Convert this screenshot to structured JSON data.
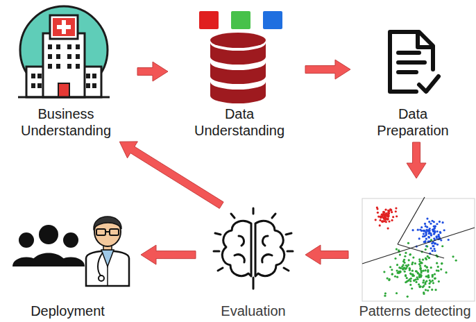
{
  "diagram": {
    "nodes": [
      {
        "text": [
          "Business Understanding"
        ]
      },
      {
        "text": [
          "Data Understanding"
        ]
      },
      {
        "text": [
          "Data Preparation"
        ]
      },
      {
        "text": [
          "Patterns detecting"
        ]
      },
      {
        "text": [
          "Evaluation"
        ]
      },
      {
        "text": [
          "Deployment"
        ]
      }
    ],
    "edges": [
      {
        "from": 0,
        "to": 1,
        "arrow": "to"
      },
      {
        "from": 1,
        "to": 2,
        "arrow": "to"
      },
      {
        "from": 2,
        "to": 3,
        "arrow": "to"
      },
      {
        "from": 3,
        "to": 4,
        "arrow": "to"
      },
      {
        "from": 4,
        "to": 5,
        "arrow": "to"
      },
      {
        "from": 4,
        "to": 0,
        "arrow": "to"
      }
    ]
  }
}
